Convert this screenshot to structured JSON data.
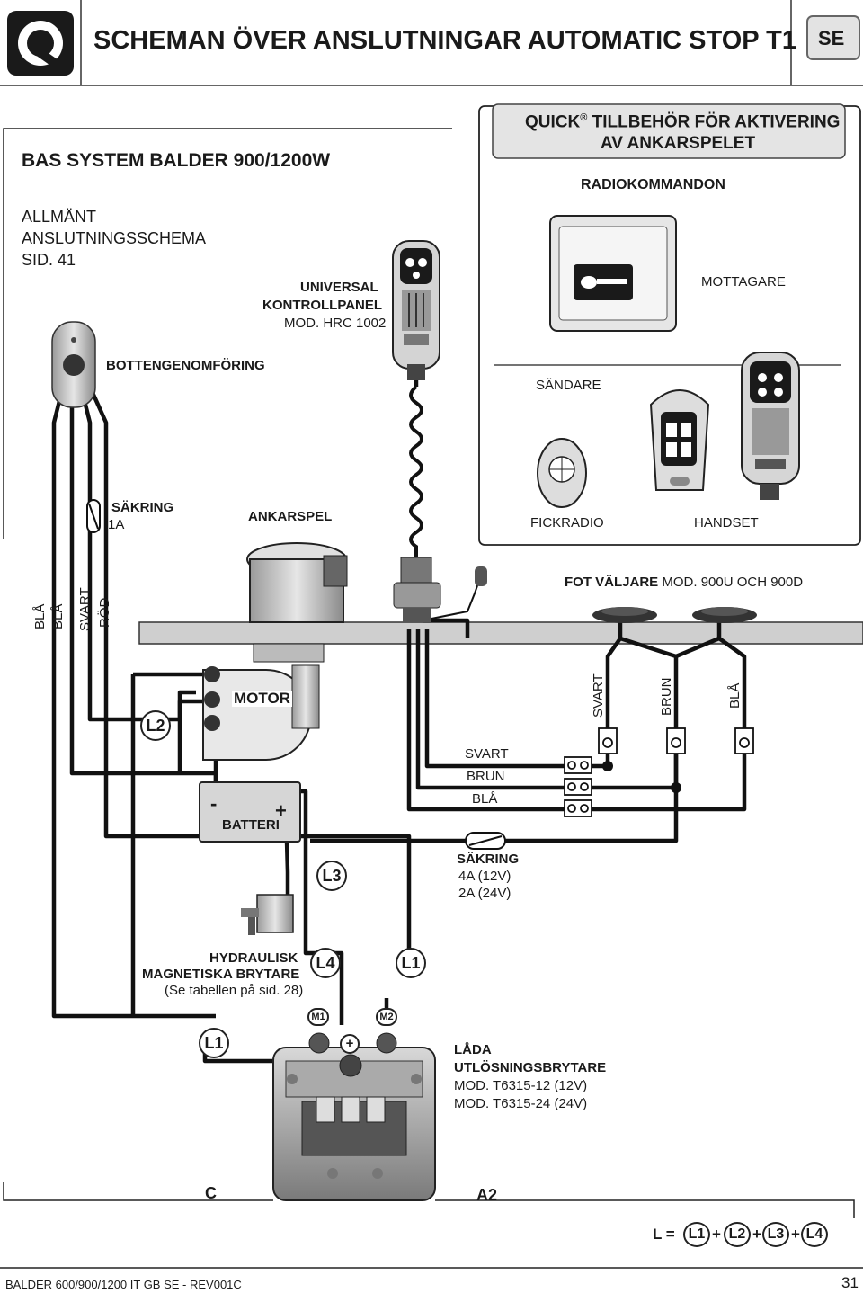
{
  "header": {
    "title": "SCHEMAN ÖVER ANSLUTNINGAR AUTOMATIC STOP T1",
    "lang_badge": "SE",
    "logo_icon": "quick-logo-icon"
  },
  "left_section": {
    "title": "BAS SYSTEM BALDER 900/1200W",
    "general_lines": [
      "ALLMÄNT",
      "ANSLUTNINGSSCHEMA",
      "SID. 41"
    ]
  },
  "accessories": {
    "title_line1": "QUICK",
    "title_reg": "®",
    "title_line1b": " TILLBEHÖR FÖR AKTIVERING",
    "title_line2": "AV ANKARSPELET",
    "radio_commands": "RADIOKOMMANDON",
    "receiver": "MOTTAGARE",
    "transmitter": "SÄNDARE",
    "pocket_radio": "FICKRADIO",
    "handset": "HANDSET"
  },
  "control_panel": {
    "line1": "UNIVERSAL",
    "line2": "KONTROLLPANEL",
    "model": "MOD. HRC 1002"
  },
  "deck_gland": "BOTTENGENOMFÖRING",
  "fuse_small": {
    "label": "SÄKRING",
    "value": "1A"
  },
  "windlass": "ANKARSPEL",
  "foot_switch": {
    "label": "FOT VÄLJARE",
    "model": "MOD. 900U OCH 900D"
  },
  "left_wire_labels": [
    "BLÅ",
    "BLÅ",
    "SVART",
    "RÖD"
  ],
  "right_wire_labels": [
    "SVART",
    "BRUN",
    "BLÅ"
  ],
  "terminal_labels": [
    "SVART",
    "BRUN",
    "BLÅ"
  ],
  "motor": "MOTOR",
  "battery": {
    "label": "BATTERI",
    "minus": "-",
    "plus": "+"
  },
  "fuse_main": {
    "label": "SÄKRING",
    "v12": "4A (12V)",
    "v24": "2A (24V)"
  },
  "breaker": {
    "line1": "HYDRAULISK",
    "line2": "MAGNETISKA BRYTARE",
    "line3": "(Se tabellen på sid. 28)"
  },
  "control_box": {
    "line1": "LÅDA",
    "line2": "UTLÖSNINGSBRYTARE",
    "model12": "MOD. T6315-12 (12V)",
    "model24": "MOD. T6315-24 (24V)"
  },
  "cable_markers": {
    "l1": "L1",
    "l2": "L2",
    "l3": "L3",
    "l4": "L4",
    "m1": "M1",
    "m2": "M2",
    "plus": "+"
  },
  "box_terminals": {
    "c": "C",
    "a2": "A2"
  },
  "formula": {
    "prefix": "L =",
    "terms": [
      "L1",
      "L2",
      "L3",
      "L4"
    ],
    "op": "+"
  },
  "footer": {
    "doc": "BALDER 600/900/1200 IT GB SE - REV001C",
    "page": "31"
  }
}
